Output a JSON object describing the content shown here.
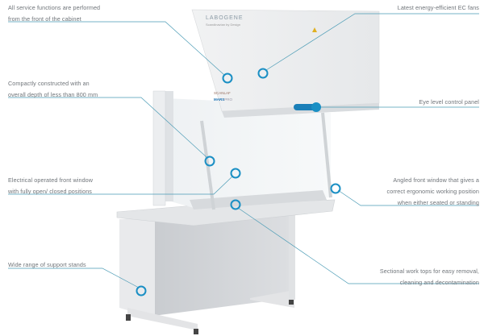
{
  "brand": {
    "logo": "LABOGENE",
    "tagline": "Scandinavian by Design",
    "model_line1": "SCANLAF",
    "model_line2": "MARS PRO"
  },
  "colors": {
    "accent": "#1a8fc4",
    "leader_line": "#4a9bb5",
    "text": "#6f7479"
  },
  "callouts": [
    {
      "lines": [
        "All service functions are performed",
        "from the front of the cabinet"
      ]
    },
    {
      "lines": [
        "Latest energy-efficient EC fans"
      ]
    },
    {
      "lines": [
        "Compactly constructed with an",
        "overall depth of less than 800 mm"
      ]
    },
    {
      "lines": [
        "Eye level control panel"
      ]
    },
    {
      "lines": [
        "Electrical operated front window",
        "with fully open/ closed positions"
      ]
    },
    {
      "lines": [
        "Angled front window that gives a",
        "correct ergonomic working position",
        "when either seated or standing"
      ]
    },
    {
      "lines": [
        "Wide range of support stands"
      ]
    },
    {
      "lines": [
        "Sectional work tops for easy removal,",
        "cleaning and decontamination"
      ]
    }
  ]
}
